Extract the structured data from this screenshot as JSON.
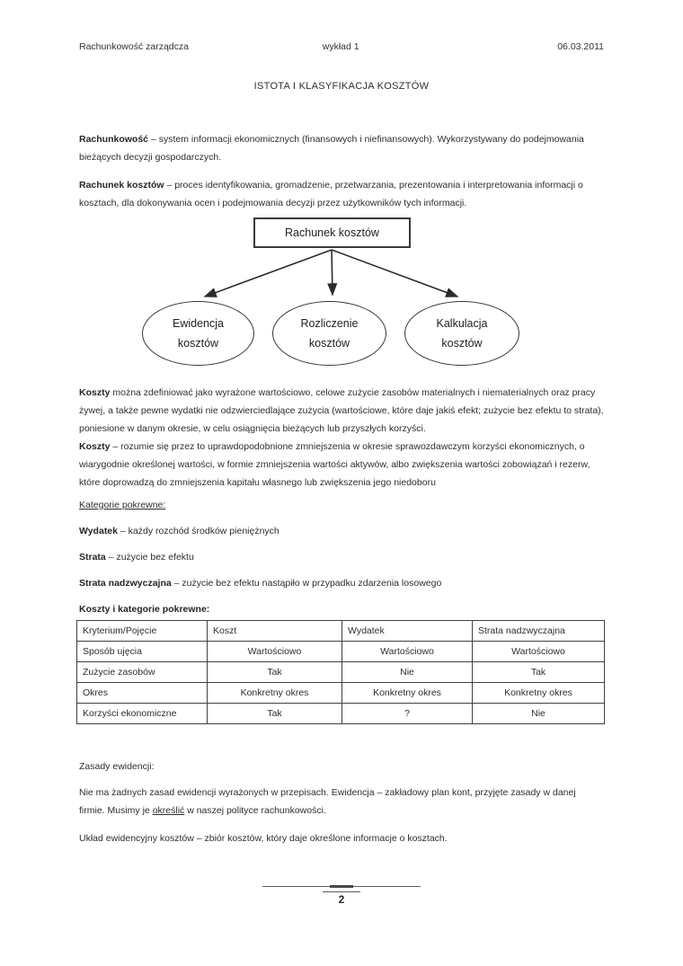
{
  "header": {
    "course": "Rachunkowość zarządcza",
    "lecture": "wykład 1",
    "date": "06.03.2011"
  },
  "title": "ISTOTA I KLASYFIKACJA KOSZTÓW",
  "paragraphs": {
    "rachunkowosc": {
      "term": "Rachunkowość",
      "text": " – system informacji ekonomicznych (finansowych i niefinansowych). Wykorzystywany do podejmowania bieżących decyzji gospodarczych."
    },
    "rachunek_kosztow": {
      "term": "Rachunek kosztów",
      "text": " – proces identyfikowania, gromadzenie, przetwarzania, prezentowania i interpretowania informacji o kosztach, dla dokonywania ocen i podejmowania decyzji przez użytkowników tych informacji."
    },
    "koszty_def1": {
      "term": "Koszty",
      "text": " można zdefiniować jako wyrażone wartościowo, celowe zużycie zasobów materialnych i niematerialnych oraz pracy żywej, a także pewne wydatki nie odzwierciedlające zużycia (wartościowe, które daje jakiś efekt; zużycie bez efektu to strata), poniesione w danym okresie, w celu osiągnięcia bieżących lub przyszłych korzyści."
    },
    "koszty_def2": {
      "term": "Koszty",
      "text": " – rozumie się przez to uprawdopodobnione zmniejszenia w okresie sprawozdawczym korzyści ekonomicznych, o wiarygodnie określonej wartości, w formie zmniejszenia wartości aktywów, albo zwiększenia wartości zobowiązań i rezerw, które doprowadzą do zmniejszenia kapitału własnego lub zwiększenia jego niedoboru"
    },
    "kategorie_heading": "Kategorie pokrewne:",
    "wydatek": {
      "term": "Wydatek",
      "text": " – każdy rozchód środków pieniężnych"
    },
    "strata": {
      "term": "Strata",
      "text": " – zużycie bez efektu"
    },
    "strata_nadzwyczajna": {
      "term": "Strata nadzwyczajna",
      "text": " – zużycie bez efektu nastąpiło w przypadku zdarzenia losowego"
    },
    "koszty_table_heading": "Koszty i kategorie pokrewne:",
    "zasady_heading": "Zasady ewidencji:",
    "zasady": {
      "pre": "Nie ma żadnych zasad ewidencji wyrażonych w przepisach. Ewidencja – zakładowy plan kont, przyjęte zasady w danej firmie. Musimy je ",
      "underlined": "określić",
      "post": " w naszej polityce rachunkowości."
    },
    "uklad": "Układ ewidencyjny kosztów – zbiór kosztów, który daje określone informacje o kosztach."
  },
  "diagram": {
    "root": "Rachunek kosztów",
    "nodes": [
      "Ewidencja kosztów",
      "Rozliczenie kosztów",
      "Kalkulacja kosztów"
    ]
  },
  "table": {
    "headers": [
      "Kryterium/Pojęcie",
      "Koszt",
      "Wydatek",
      "Strata nadzwyczajna"
    ],
    "rows": [
      [
        "Sposób ujęcia",
        "Wartościowo",
        "Wartościowo",
        "Wartościowo"
      ],
      [
        "Zużycie zasobów",
        "Tak",
        "Nie",
        "Tak"
      ],
      [
        "Okres",
        "Konkretny okres",
        "Konkretny okres",
        "Konkretny okres"
      ],
      [
        "Korzyści ekonomiczne",
        "Tak",
        "?",
        "Nie"
      ]
    ]
  },
  "footer": {
    "page_number": "2"
  }
}
